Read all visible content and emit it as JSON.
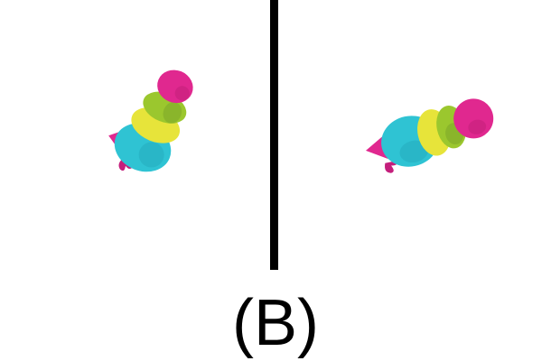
{
  "caption": "(B)",
  "colors": {
    "divider": "#000000",
    "pink": "#e0288f",
    "magenta_dark": "#c41f7c",
    "green": "#9bc72e",
    "green_dark": "#7fa82a",
    "yellow": "#e7e43a",
    "cyan": "#2fc3d3",
    "cyan_dark": "#24a9bc"
  },
  "panels": [
    {
      "name": "left-view",
      "object": "stacked-toy-figure"
    },
    {
      "name": "right-view",
      "object": "stacked-toy-figure"
    }
  ]
}
